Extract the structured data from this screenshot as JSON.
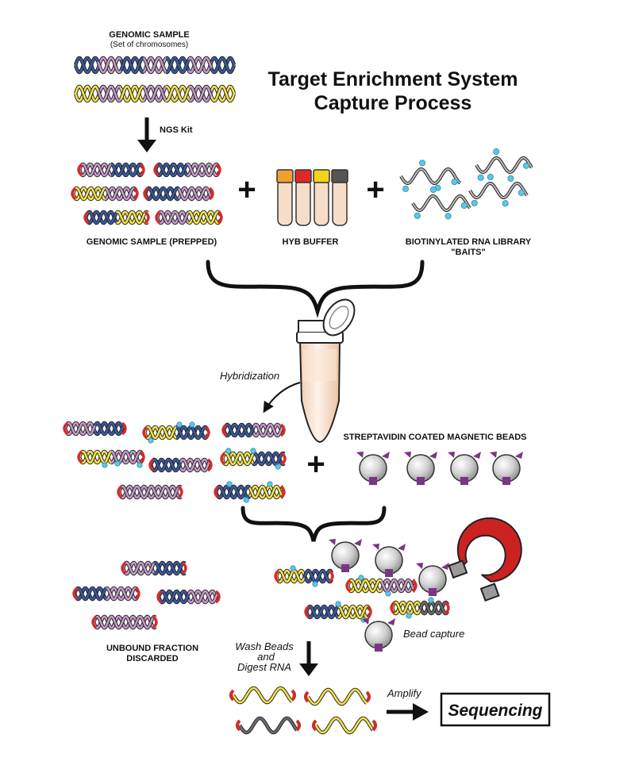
{
  "title": {
    "line1": "Target Enrichment System",
    "line2": "Capture Process"
  },
  "genomic_sample": {
    "label": "GENOMIC SAMPLE",
    "sublabel": "(Set of chromosomes)"
  },
  "steps": {
    "ngs_kit": "NGS Kit",
    "hybridization": "Hybridization",
    "bead_capture": "Bead capture",
    "wash_line1": "Wash Beads",
    "wash_line2": "and",
    "wash_line3": "Digest RNA",
    "amplify": "Amplify"
  },
  "labels": {
    "prepped": "GENOMIC SAMPLE (PREPPED)",
    "hyb_buffer": "HYB BUFFER",
    "baits_line1": "BIOTINYLATED RNA LIBRARY",
    "baits_line2": "\"BAITS\"",
    "beads": "STREPTAVIDIN COATED MAGNETIC BEADS",
    "unbound_line1": "UNBOUND FRACTION",
    "unbound_line2": "DISCARDED"
  },
  "operators": {
    "plus": "+"
  },
  "sequencing": {
    "label": "Sequencing"
  },
  "colors": {
    "blue_strand": "#3a5aa0",
    "pink_strand": "#c49ac8",
    "yellow_strand": "#f2e24a",
    "gray_strand": "#6b6b6b",
    "red_end": "#d42a2a",
    "biotin": "#5bc8e8",
    "streptavidin": "#7a3585",
    "bead": "#cfcfcf",
    "magnet": "#cc2222",
    "tube": "#f5dcc8"
  },
  "icons": {
    "tube_caps": [
      "orange-cap",
      "red-cap",
      "yellow-cap",
      "gray-cap"
    ]
  }
}
